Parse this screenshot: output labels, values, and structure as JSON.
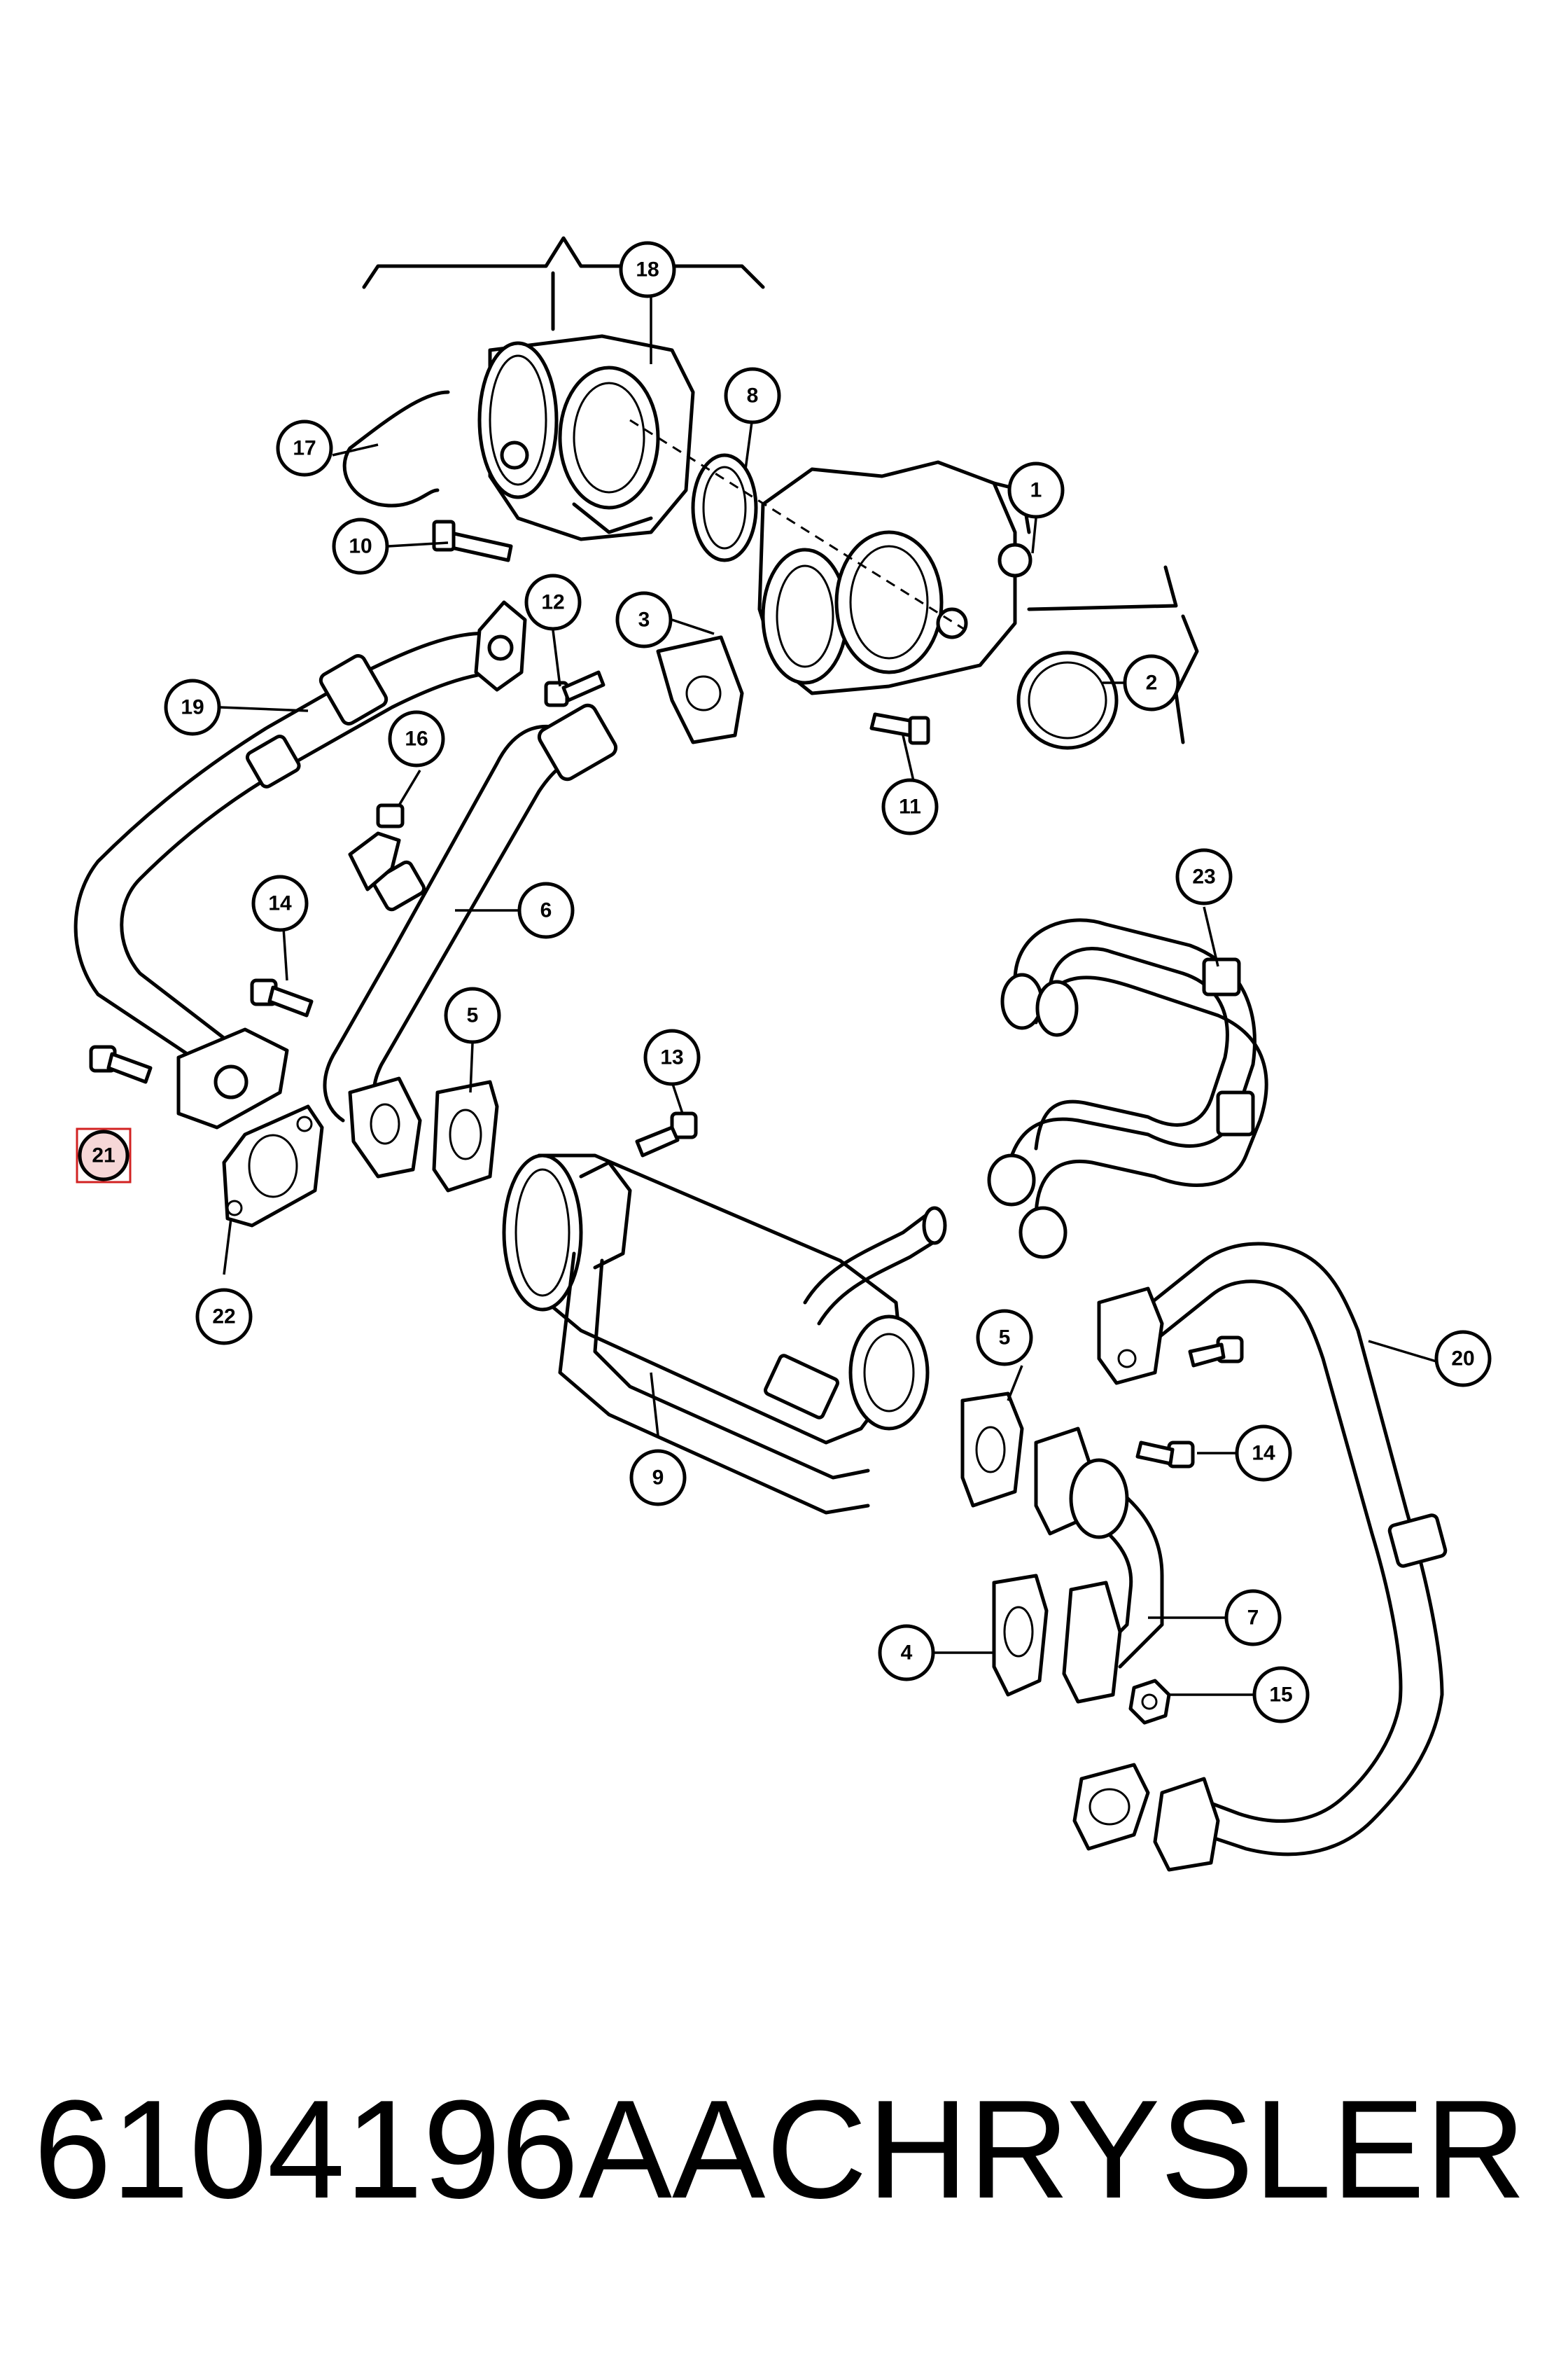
{
  "callouts": [
    {
      "id": "1",
      "label": "1"
    },
    {
      "id": "2",
      "label": "2"
    },
    {
      "id": "3",
      "label": "3"
    },
    {
      "id": "4",
      "label": "4"
    },
    {
      "id": "5a",
      "label": "5"
    },
    {
      "id": "5b",
      "label": "5"
    },
    {
      "id": "6",
      "label": "6"
    },
    {
      "id": "7",
      "label": "7"
    },
    {
      "id": "8",
      "label": "8"
    },
    {
      "id": "9",
      "label": "9"
    },
    {
      "id": "10",
      "label": "10"
    },
    {
      "id": "11",
      "label": "11"
    },
    {
      "id": "12",
      "label": "12"
    },
    {
      "id": "13",
      "label": "13"
    },
    {
      "id": "14a",
      "label": "14"
    },
    {
      "id": "14b",
      "label": "14"
    },
    {
      "id": "15",
      "label": "15"
    },
    {
      "id": "16",
      "label": "16"
    },
    {
      "id": "17",
      "label": "17"
    },
    {
      "id": "18",
      "label": "18"
    },
    {
      "id": "19",
      "label": "19"
    },
    {
      "id": "20",
      "label": "20"
    },
    {
      "id": "21",
      "label": "21"
    },
    {
      "id": "22",
      "label": "22"
    },
    {
      "id": "23",
      "label": "23"
    }
  ],
  "highlighted_callout": "21",
  "highlight_color": "#d22222",
  "footer": {
    "part_number": "6104196AA",
    "brand": "CHRYSLER"
  }
}
